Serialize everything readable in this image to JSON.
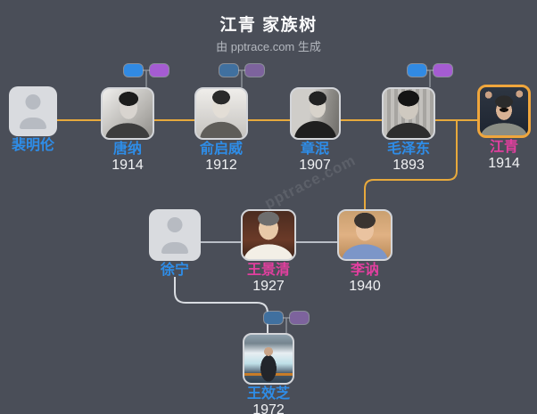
{
  "header": {
    "title": "江青 家族树",
    "subtitle": "由 pptrace.com 生成"
  },
  "watermark": "pptrace.com",
  "people": [
    {
      "id": "pei-minglun",
      "name": "裴明伦",
      "year": "",
      "name_color": "#2e8de8",
      "photo": "placeholder-avatar"
    },
    {
      "id": "tang-na",
      "name": "唐纳",
      "year": "1914",
      "name_color": "#2e8de8",
      "photo": "bw-portrait",
      "parents_badge": "bright"
    },
    {
      "id": "yu-qiwei",
      "name": "俞启威",
      "year": "1912",
      "name_color": "#2e8de8",
      "photo": "bw-portrait",
      "parents_badge": "muted"
    },
    {
      "id": "zhang-min",
      "name": "章泯",
      "year": "1907",
      "name_color": "#2e8de8",
      "photo": "bw-portrait"
    },
    {
      "id": "mao-zedong",
      "name": "毛泽东",
      "year": "1893",
      "name_color": "#2e8de8",
      "photo": "bw-portrait",
      "parents_badge": "bright"
    },
    {
      "id": "jiang-qing",
      "name": "江青",
      "year": "1914",
      "name_color": "#e23f9f",
      "photo": "color-portrait",
      "highlighted": true
    },
    {
      "id": "xu-ning",
      "name": "徐宁",
      "year": "",
      "name_color": "#2e8de8",
      "photo": "placeholder-avatar"
    },
    {
      "id": "wang-jingqing",
      "name": "王景清",
      "year": "1927",
      "name_color": "#e23f9f",
      "photo": "color-portrait"
    },
    {
      "id": "li-ne",
      "name": "李讷",
      "year": "1940",
      "name_color": "#e23f9f",
      "photo": "color-portrait"
    },
    {
      "id": "wang-xiaozhi",
      "name": "王效芝",
      "year": "1972",
      "name_color": "#2e8de8",
      "photo": "color-portrait",
      "parents_badge": "muted"
    }
  ],
  "colors": {
    "background": "#4a4e58",
    "couple_line_yellow": "#e7a93c",
    "family_line_gray": "#b9bec6",
    "child_line_white": "#d9dce1",
    "male_name": "#2e8de8",
    "female_name": "#e23f9f",
    "year_text": "#f1f2f4",
    "highlight_border": "#f0a63c",
    "badge_blue": "#318ae3",
    "badge_purple": "#a55cd2",
    "badge_blue_muted": "#40709f",
    "badge_purple_muted": "#7d639d"
  }
}
